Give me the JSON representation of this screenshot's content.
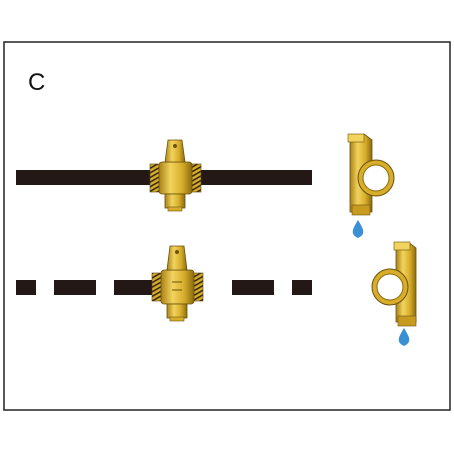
{
  "panel": {
    "label": "C",
    "scenes": [
      {
        "name": "continuous-pipe"
      },
      {
        "name": "dashed-pipe"
      }
    ]
  },
  "colors": {
    "pipe": "#231815",
    "fitting_fill": "#d7ad2a",
    "fitting_highlight": "#f2d35e",
    "fitting_shadow": "#8a6a10",
    "thread": "#3a2a14",
    "water_drop": "#3b8fd4",
    "frame": "#222222"
  },
  "icons": [
    "brass-tee-fitting-icon",
    "side-fitting-icon",
    "water-drop-icon"
  ]
}
